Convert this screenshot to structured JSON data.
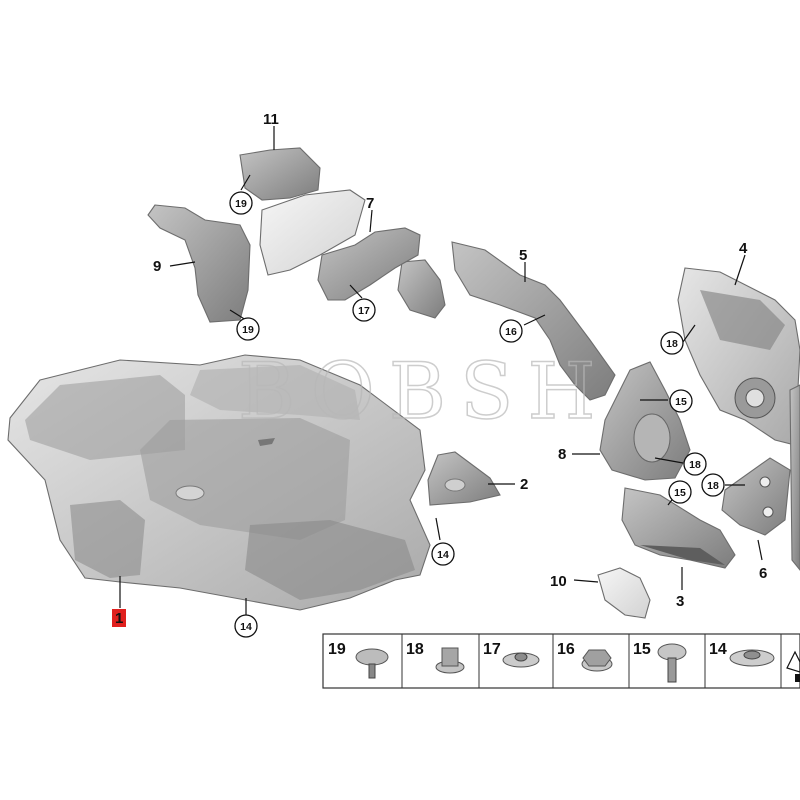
{
  "watermark": "BOBSH",
  "highlighted_part": "1",
  "labels": {
    "p1": "1",
    "p2": "2",
    "p3": "3",
    "p4": "4",
    "p5": "5",
    "p6": "6",
    "p7": "7",
    "p8": "8",
    "p9": "9",
    "p10": "10",
    "p11": "11"
  },
  "circled": {
    "c19a": "19",
    "c19b": "19",
    "c17": "17",
    "c16": "16",
    "c18a": "18",
    "c15a": "15",
    "c18b": "18",
    "c18c": "18",
    "c15b": "15",
    "c14a": "14",
    "c14b": "14"
  },
  "legend": [
    "19",
    "18",
    "17",
    "16",
    "15",
    "14"
  ],
  "colors": {
    "highlight": "#e0201e",
    "part_fill": "#c9c9c9",
    "line": "#111111"
  }
}
